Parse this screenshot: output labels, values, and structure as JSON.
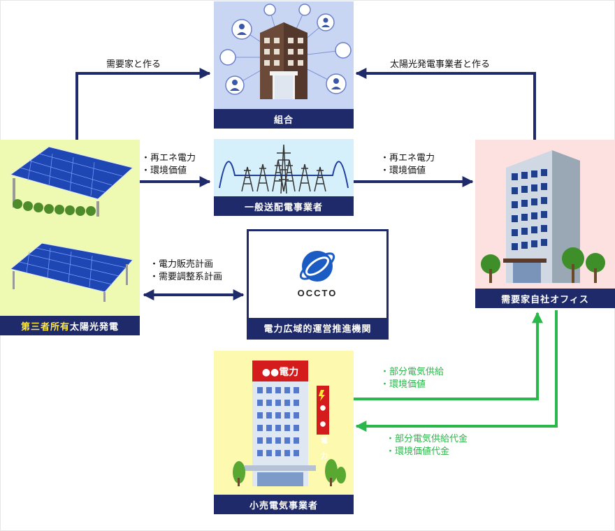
{
  "nodes": {
    "union": {
      "label": "組合"
    },
    "grid": {
      "label": "一般送配電事業者"
    },
    "solar": {
      "label_highlight": "第三者所有",
      "label_rest": "太陽光発電"
    },
    "occto": {
      "label": "電力広域的運営推進機関",
      "logo_text": "OCCTO"
    },
    "office": {
      "label": "需要家自社オフィス"
    },
    "retail": {
      "label": "小売電気事業者",
      "sign": "●●電力",
      "side_sign": "●●電力"
    }
  },
  "flows": {
    "solar_to_union": "需要家と作る",
    "office_to_union": "太陽光発電事業者と作る",
    "solar_to_grid": [
      "・再エネ電力",
      "・環境価値"
    ],
    "grid_to_office": [
      "・再エネ電力",
      "・環境価値"
    ],
    "solar_occto": [
      "・電力販売計画",
      "・需要調整系計画"
    ],
    "retail_to_office": [
      "・部分電気供給",
      "・環境価値"
    ],
    "office_to_retail": [
      "・部分電気供給代金",
      "・環境価値代金"
    ]
  },
  "colors": {
    "navy": "#1f2a6b",
    "green": "#2bb84a",
    "highlight": "#ffe83a"
  }
}
